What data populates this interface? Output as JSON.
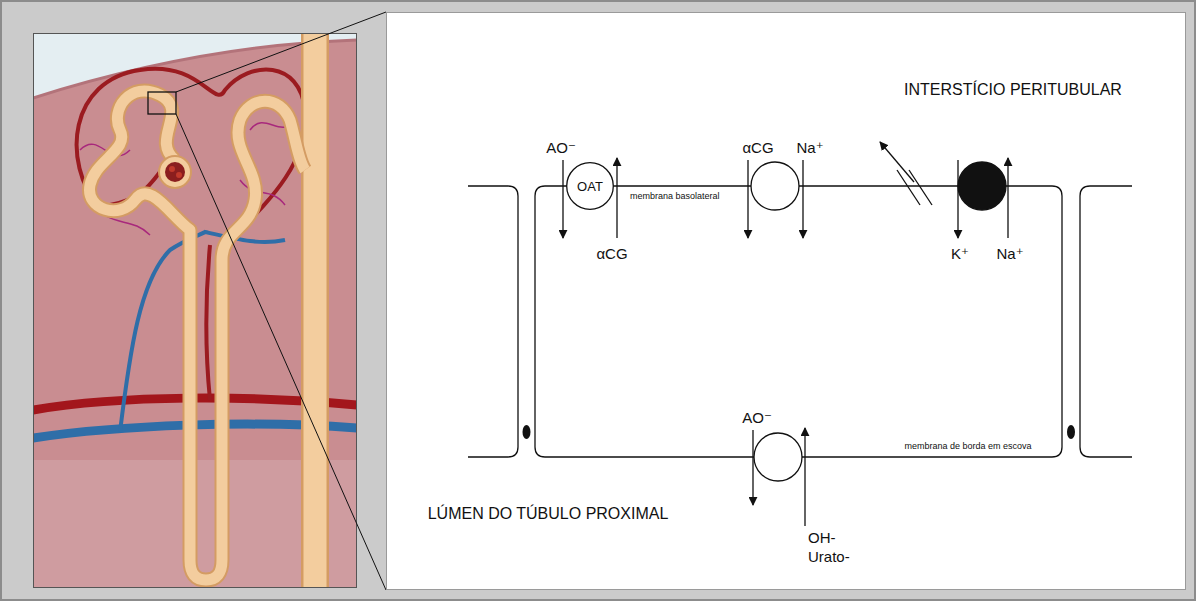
{
  "diagram": {
    "nodes": [
      {
        "text": [
          "OAT"
        ]
      }
    ],
    "labels": [
      "INTERSTÍCIO PERITUBULAR",
      "AO⁻",
      "αCG",
      "αCG",
      "Na⁺",
      "membrana basolateral",
      "K⁺",
      "Na⁺",
      "AO⁻",
      "membrana de borda em escova",
      "LÚMEN DO TÚBULO PROXIMAL",
      "OH-",
      "Urato-"
    ]
  }
}
